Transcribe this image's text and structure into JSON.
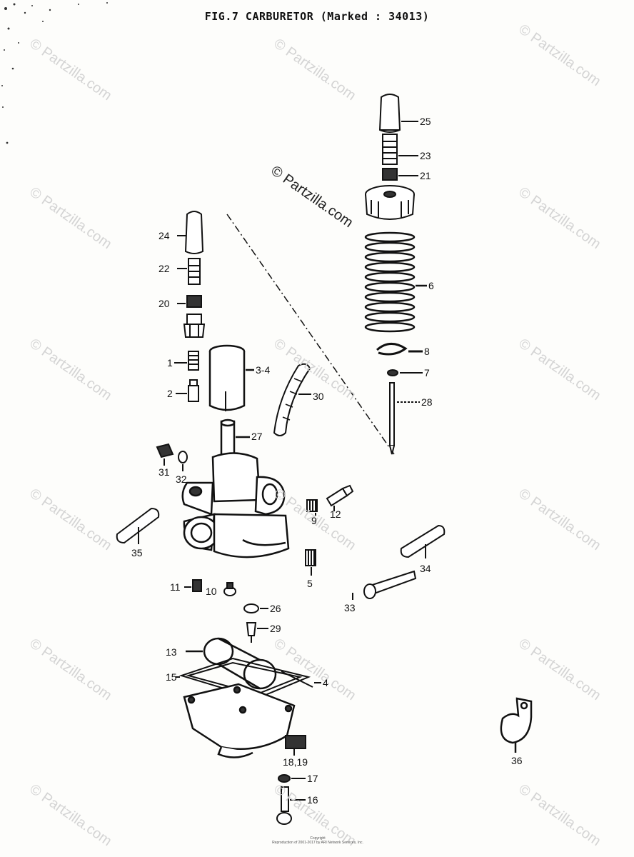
{
  "title": "FIG.7  CARBURETOR (Marked : 34013)",
  "watermark": "© Partzilla.com",
  "copyright_line1": "Copyright",
  "copyright_line2": "Reproduction of 2001-2017 by ARI Network Services, Inc.",
  "labels": {
    "l25": "25",
    "l23": "23",
    "l21": "21",
    "l6a": "6",
    "l8": "8",
    "l7": "7",
    "l28": "28",
    "l24": "24",
    "l22": "22",
    "l20": "20",
    "l1": "1",
    "l2": "2",
    "l34a": "3-4",
    "l30": "30",
    "l27": "27",
    "l31": "31",
    "l32": "32",
    "l9": "9",
    "l12": "12",
    "l35": "35",
    "l34": "34",
    "l5": "5",
    "l33": "33",
    "l11": "11",
    "l10": "10",
    "l26": "26",
    "l29": "29",
    "l13": "13",
    "l15": "15",
    "l4": "4",
    "l36": "36",
    "l189": "18,19",
    "l17": "17",
    "l16": "16"
  }
}
